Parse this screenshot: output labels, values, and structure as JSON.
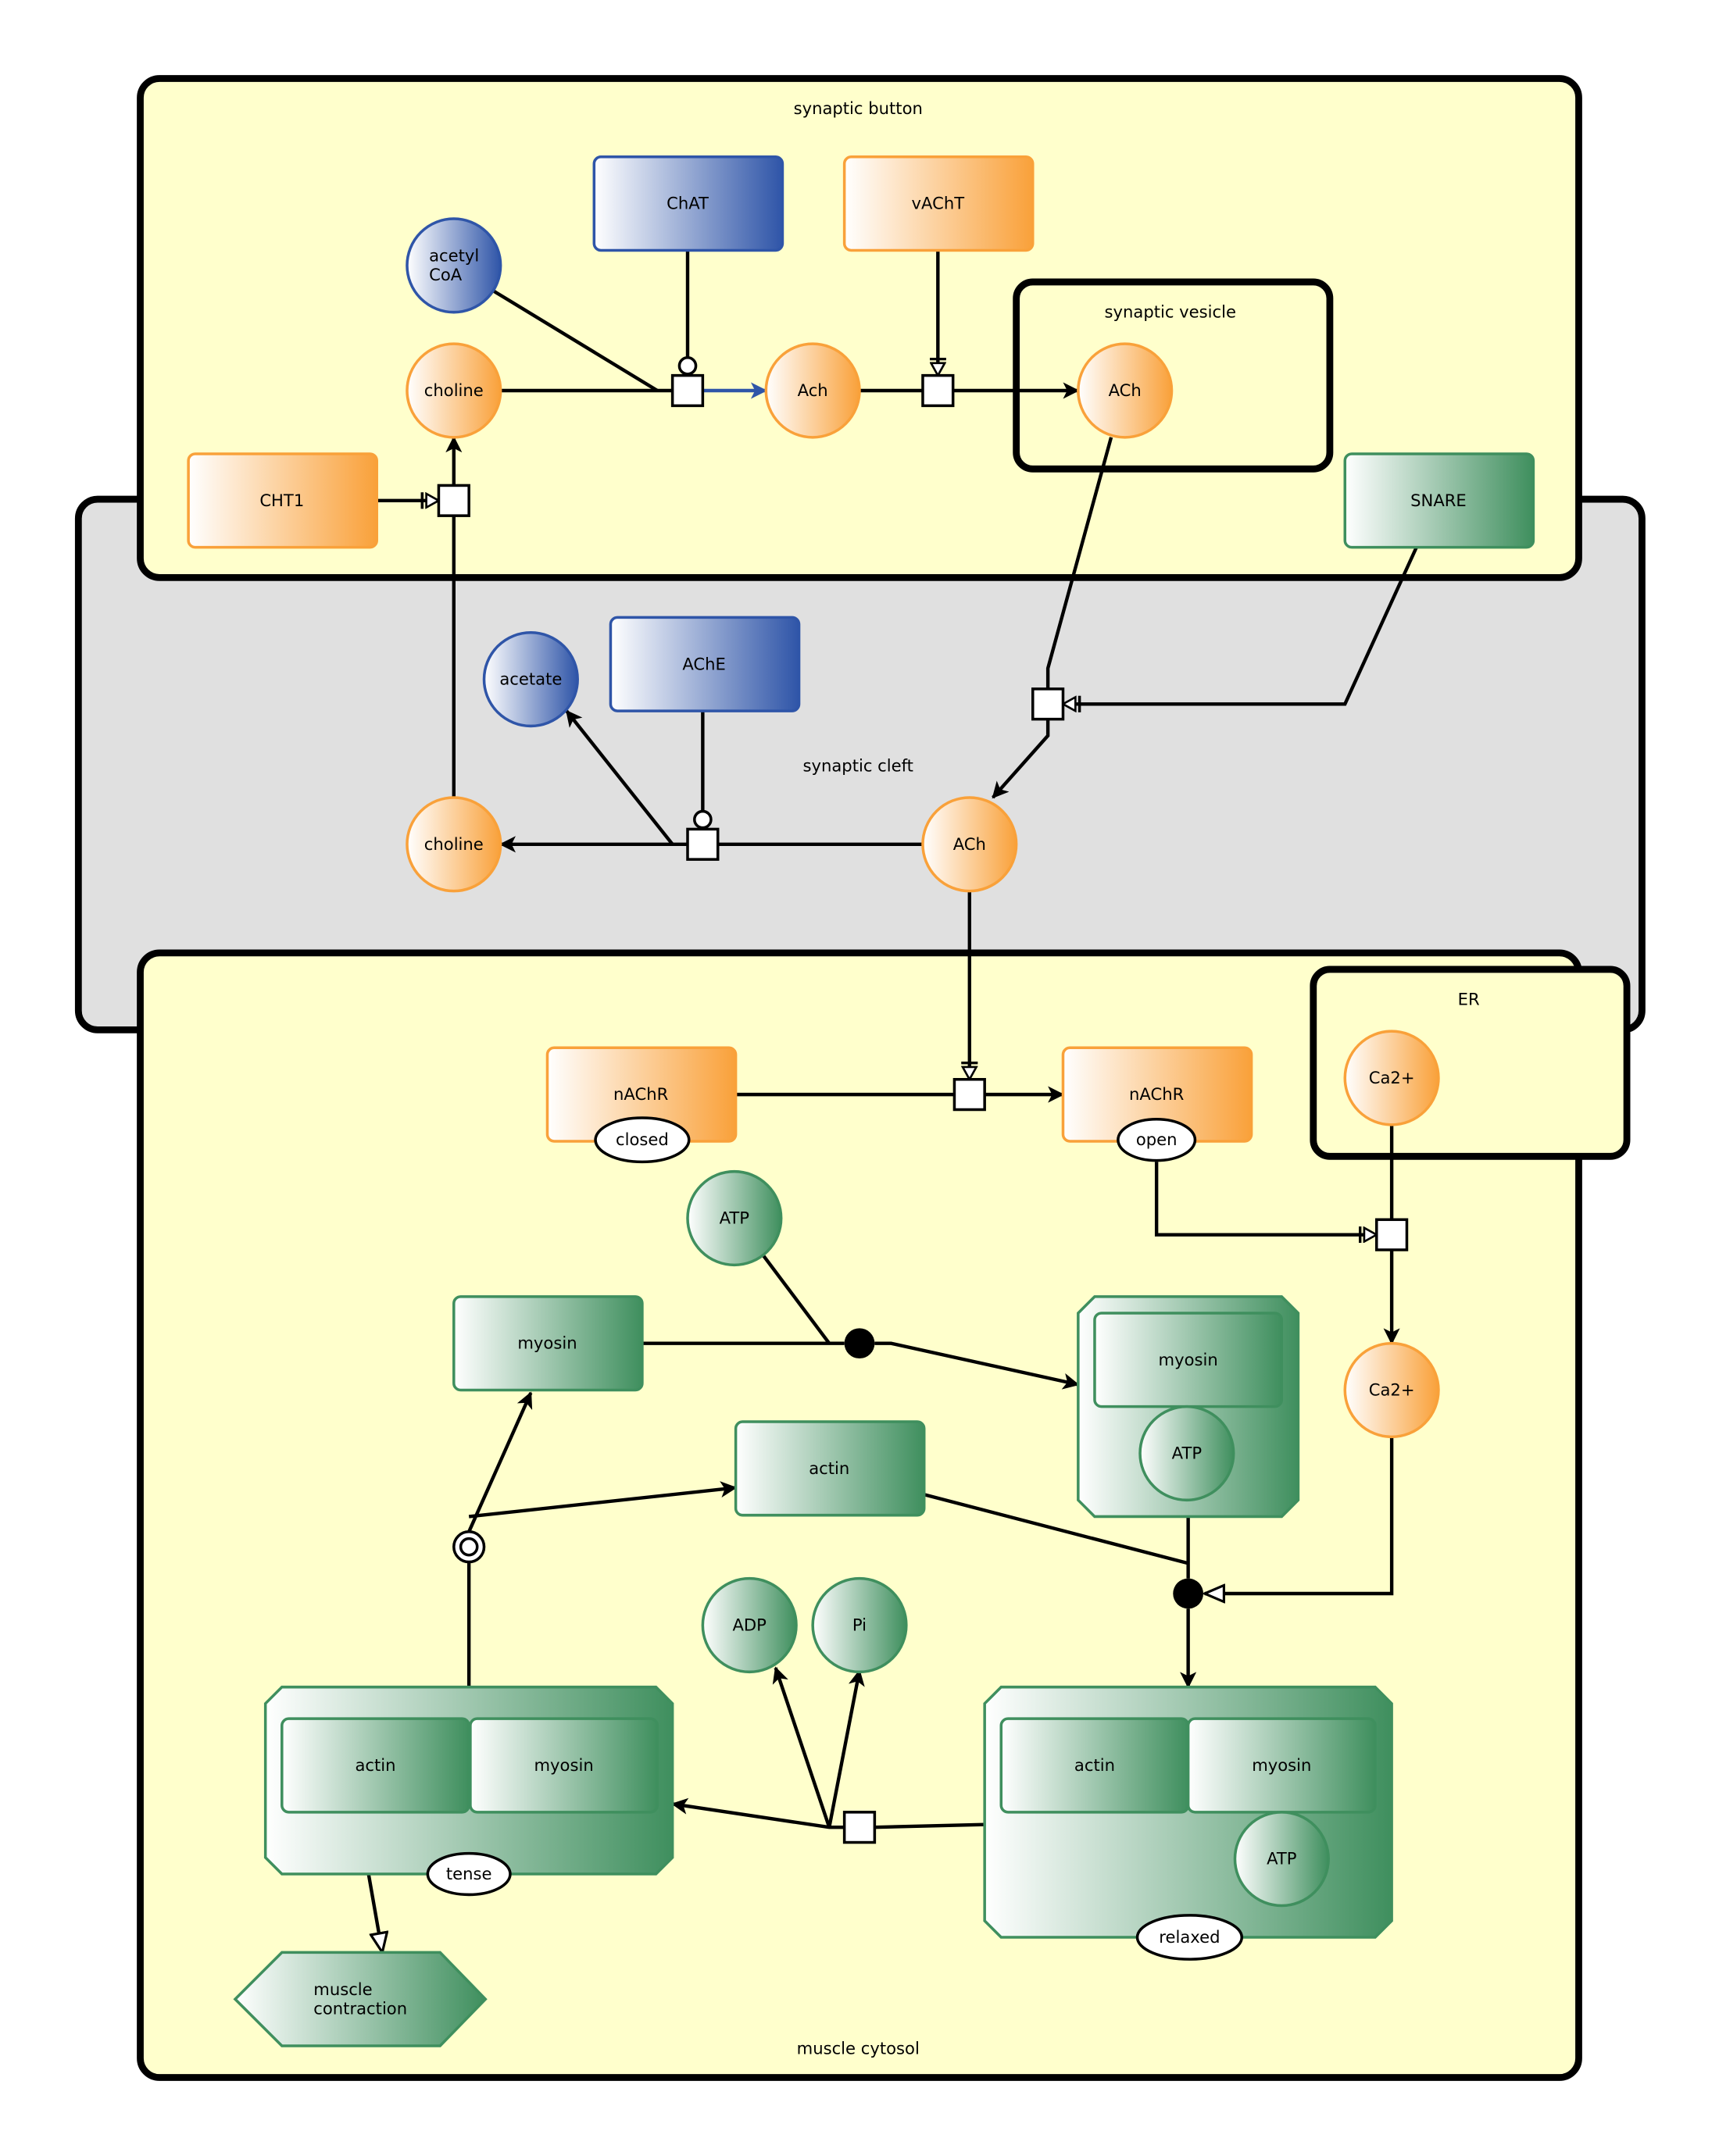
{
  "colors": {
    "synaptic_button": "#ffffcc",
    "synaptic_cleft": "#e0e0e0",
    "muscle_cytosol": "#ffffcc",
    "orange": "#f9a13a",
    "blue": "#2f55a8",
    "green": "#3f8f5e"
  },
  "compartments": {
    "synaptic_button": "synaptic button",
    "synaptic_cleft": "synaptic cleft",
    "muscle_cytosol": "muscle cytosol",
    "synaptic_vesicle": "synaptic vesicle",
    "er": "ER"
  },
  "nodes": {
    "chat": "ChAT",
    "vacht": "vAChT",
    "acetyl_coa_1": "acetyl",
    "acetyl_coa_2": "CoA",
    "choline_button": "choline",
    "ach_button": "Ach",
    "ach_vesicle": "ACh",
    "cht1": "CHT1",
    "snare": "SNARE",
    "acetate": "acetate",
    "ache": "AChE",
    "choline_cleft": "choline",
    "ach_cleft": "ACh",
    "nachr_closed": "nAChR",
    "state_closed": "closed",
    "nachr_open": "nAChR",
    "state_open": "open",
    "ca_er": "Ca2+",
    "ca_cytosol": "Ca2+",
    "atp": "ATP",
    "myosin": "myosin",
    "myosin_atp_myosin": "myosin",
    "myosin_atp_atp": "ATP",
    "actin": "actin",
    "adp": "ADP",
    "pi": "Pi",
    "tense_actin": "actin",
    "tense_myosin": "myosin",
    "state_tense": "tense",
    "relaxed_actin": "actin",
    "relaxed_myosin": "myosin",
    "relaxed_atp": "ATP",
    "state_relaxed": "relaxed",
    "muscle_contraction_1": "muscle",
    "muscle_contraction_2": "contraction"
  }
}
